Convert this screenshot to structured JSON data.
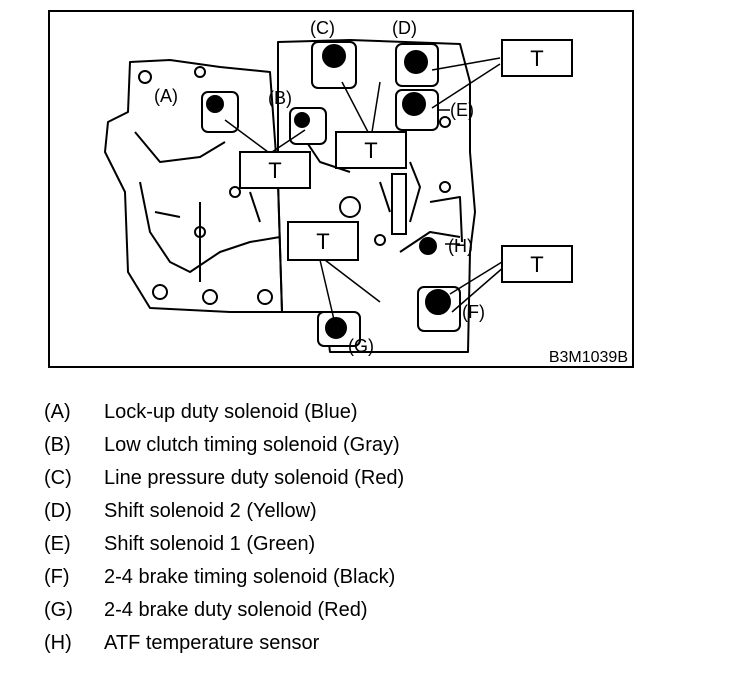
{
  "figure": {
    "code": "B3M1039B",
    "callouts": {
      "a": "(A)",
      "b": "(B)",
      "c": "(C)",
      "d": "(D)",
      "e": "(E)",
      "f": "(F)",
      "g": "(G)",
      "h": "(H)"
    },
    "tool_label": "T"
  },
  "legend": [
    {
      "key": "(A)",
      "text": "Lock-up duty solenoid (Blue)"
    },
    {
      "key": "(B)",
      "text": "Low clutch timing solenoid (Gray)"
    },
    {
      "key": "(C)",
      "text": "Line pressure duty solenoid (Red)"
    },
    {
      "key": "(D)",
      "text": "Shift solenoid 2 (Yellow)"
    },
    {
      "key": "(E)",
      "text": "Shift solenoid 1 (Green)"
    },
    {
      "key": "(F)",
      "text": "2-4 brake timing solenoid (Black)"
    },
    {
      "key": "(G)",
      "text": "2-4 brake duty solenoid (Red)"
    },
    {
      "key": "(H)",
      "text": "ATF temperature sensor"
    }
  ]
}
